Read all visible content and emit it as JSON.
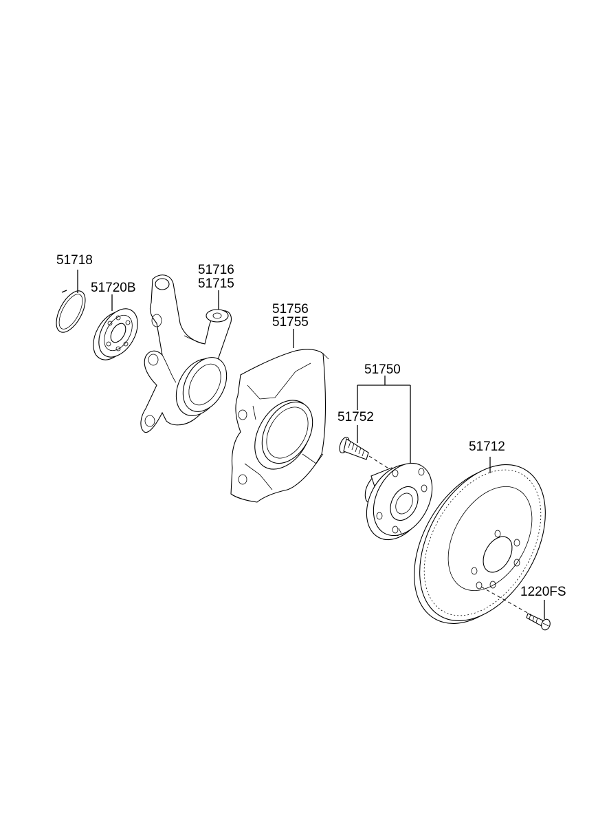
{
  "labels": {
    "p51718": "51718",
    "p51720b": "51720B",
    "p51716": "51716",
    "p51715": "51715",
    "p51756": "51756",
    "p51755": "51755",
    "p51750": "51750",
    "p51752": "51752",
    "p51712": "51712",
    "p1220fs": "1220FS"
  }
}
